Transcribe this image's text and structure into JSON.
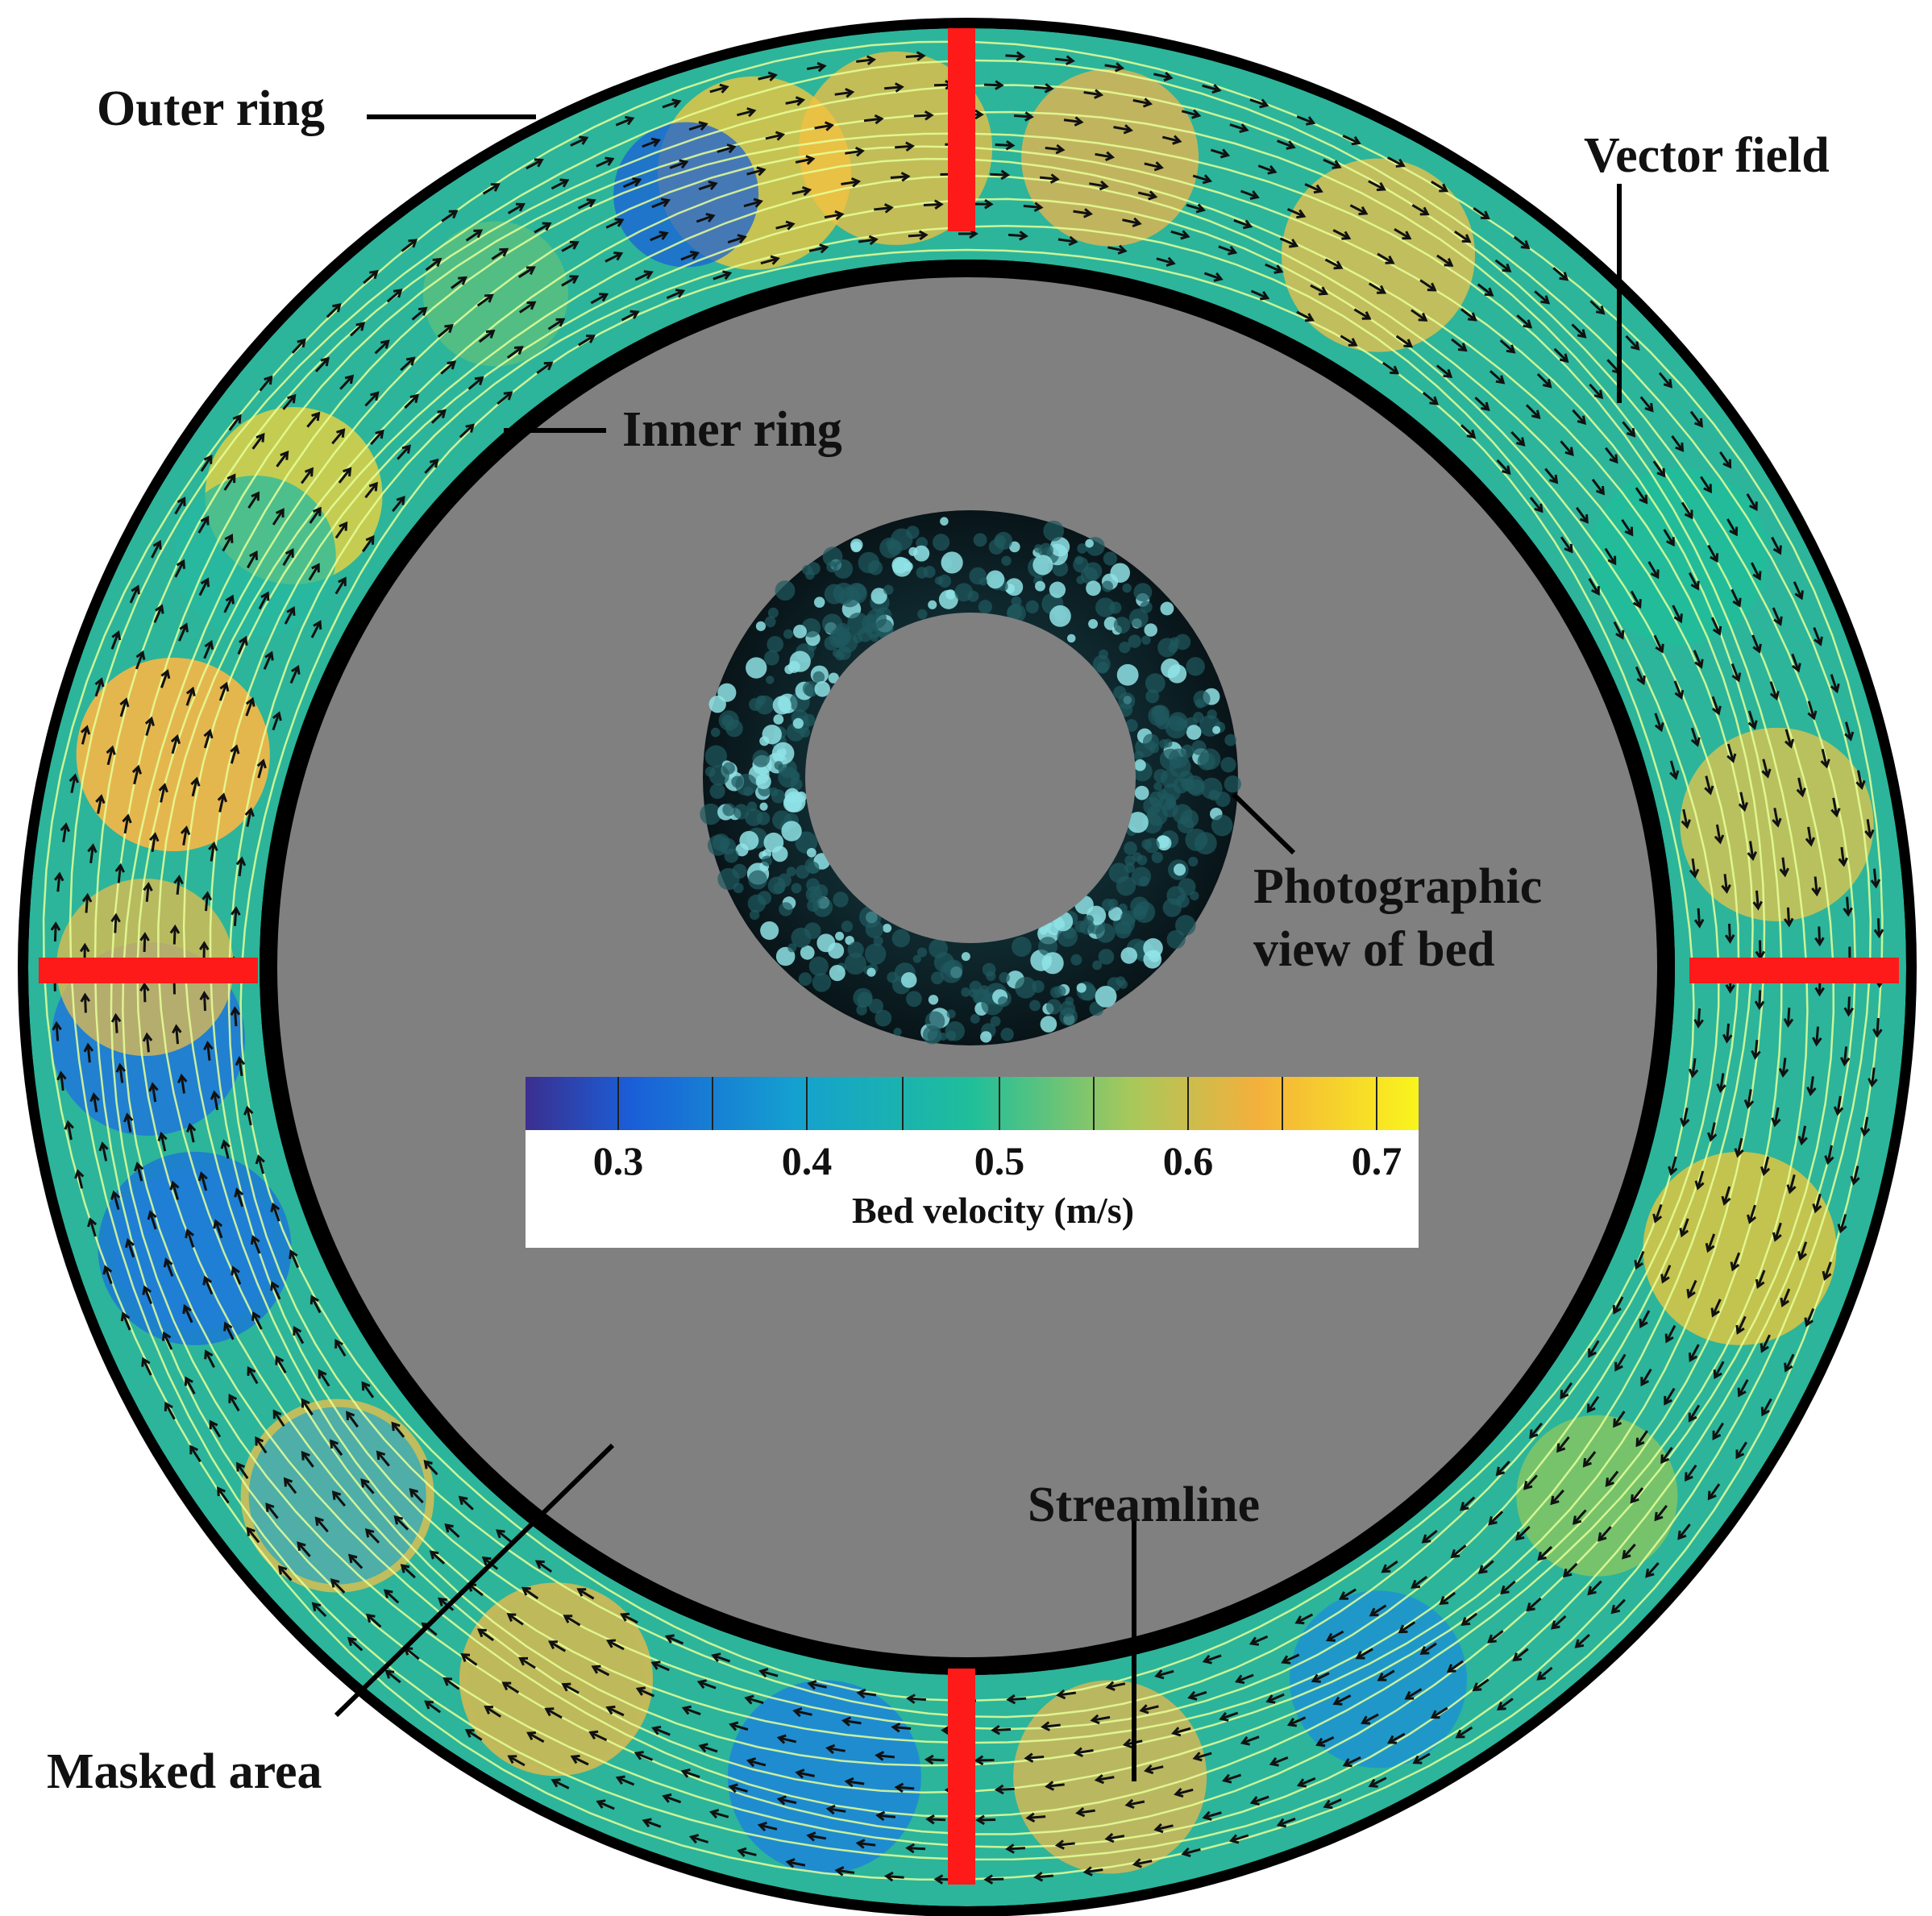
{
  "labels": {
    "outer_ring": "Outer ring",
    "inner_ring": "Inner ring",
    "vector_field": "Vector field",
    "photo_line1": "Photographic",
    "photo_line2": "view of bed",
    "masked_area": "Masked area",
    "streamline": "Streamline"
  },
  "colorbar": {
    "title": "Bed velocity (m/s)",
    "ticks": [
      "0.3",
      "0.4",
      "0.5",
      "0.6",
      "0.7"
    ],
    "colors": [
      "#3a2f8f",
      "#1a5fd8",
      "#14a0d0",
      "#1fbf9a",
      "#a9c85a",
      "#f4b03c",
      "#f9f51c"
    ]
  },
  "colors": {
    "ring_border": "#000000",
    "masked_area": "#808080",
    "divider": "#ff1a1a",
    "streamline": "#e6ff99",
    "bed_photo": "#0c1e22"
  }
}
